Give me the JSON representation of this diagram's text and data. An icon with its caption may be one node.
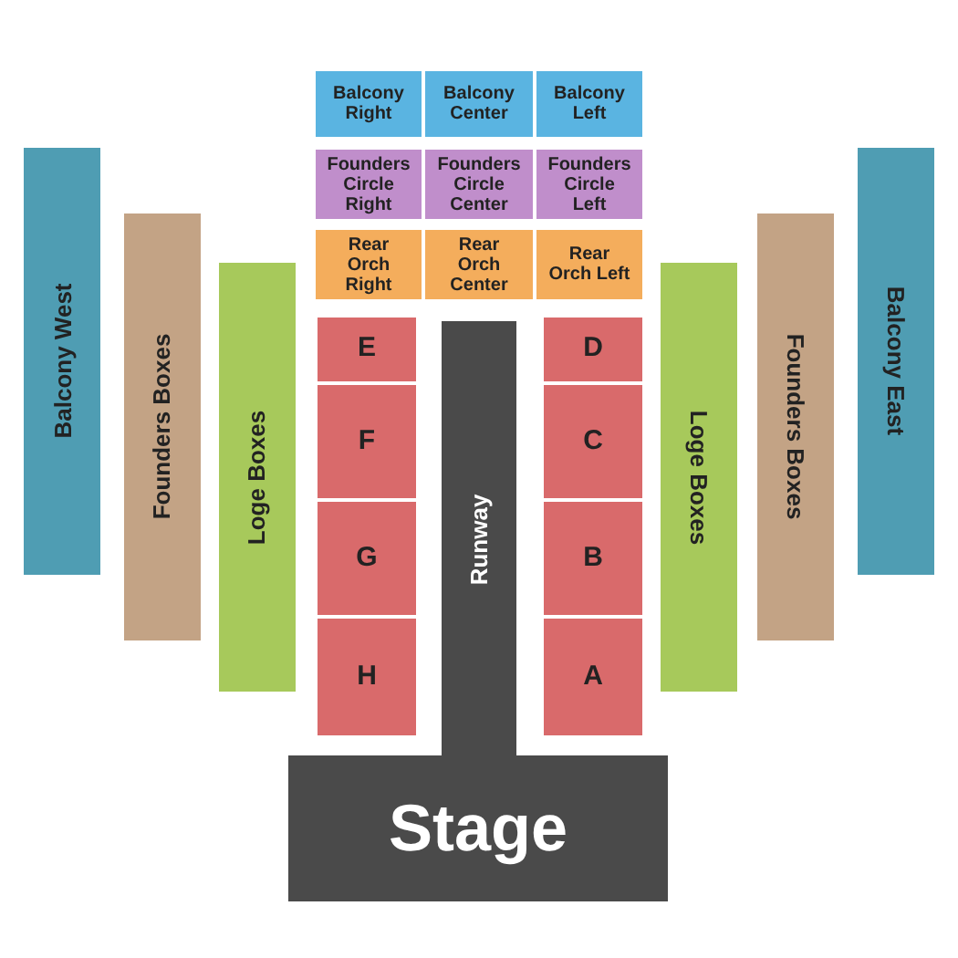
{
  "diagram": {
    "nodes": [
      {
        "text": [
          "Balcony Right"
        ]
      },
      {
        "text": [
          "Balcony Center"
        ]
      },
      {
        "text": [
          "Balcony Left"
        ]
      },
      {
        "text": [
          "Balcony West"
        ]
      },
      {
        "text": [
          "Founders Boxes"
        ]
      },
      {
        "text": [
          "Founders Circle Right"
        ]
      },
      {
        "text": [
          "Founders Circle Center"
        ]
      },
      {
        "text": [
          "Founders Circle Left"
        ]
      },
      {
        "text": [
          "Balcony East"
        ]
      },
      {
        "text": [
          "Founders Boxes"
        ]
      },
      {
        "text": [
          "Loge Boxes"
        ]
      },
      {
        "text": [
          "Rear Orch Right"
        ]
      },
      {
        "text": [
          "Rear Orch Center"
        ]
      },
      {
        "text": [
          "Rear Orch Left"
        ]
      },
      {
        "text": [
          "Loge Boxes"
        ]
      },
      {
        "text": [
          "E"
        ]
      },
      {
        "text": [
          "Runway"
        ]
      },
      {
        "text": [
          "D"
        ]
      },
      {
        "text": [
          "F"
        ]
      },
      {
        "text": [
          "C"
        ]
      },
      {
        "text": [
          "G"
        ]
      },
      {
        "text": [
          "B"
        ]
      },
      {
        "text": [
          "H"
        ]
      },
      {
        "text": [
          "A"
        ]
      },
      {
        "text": [
          "Stage"
        ]
      }
    ]
  }
}
